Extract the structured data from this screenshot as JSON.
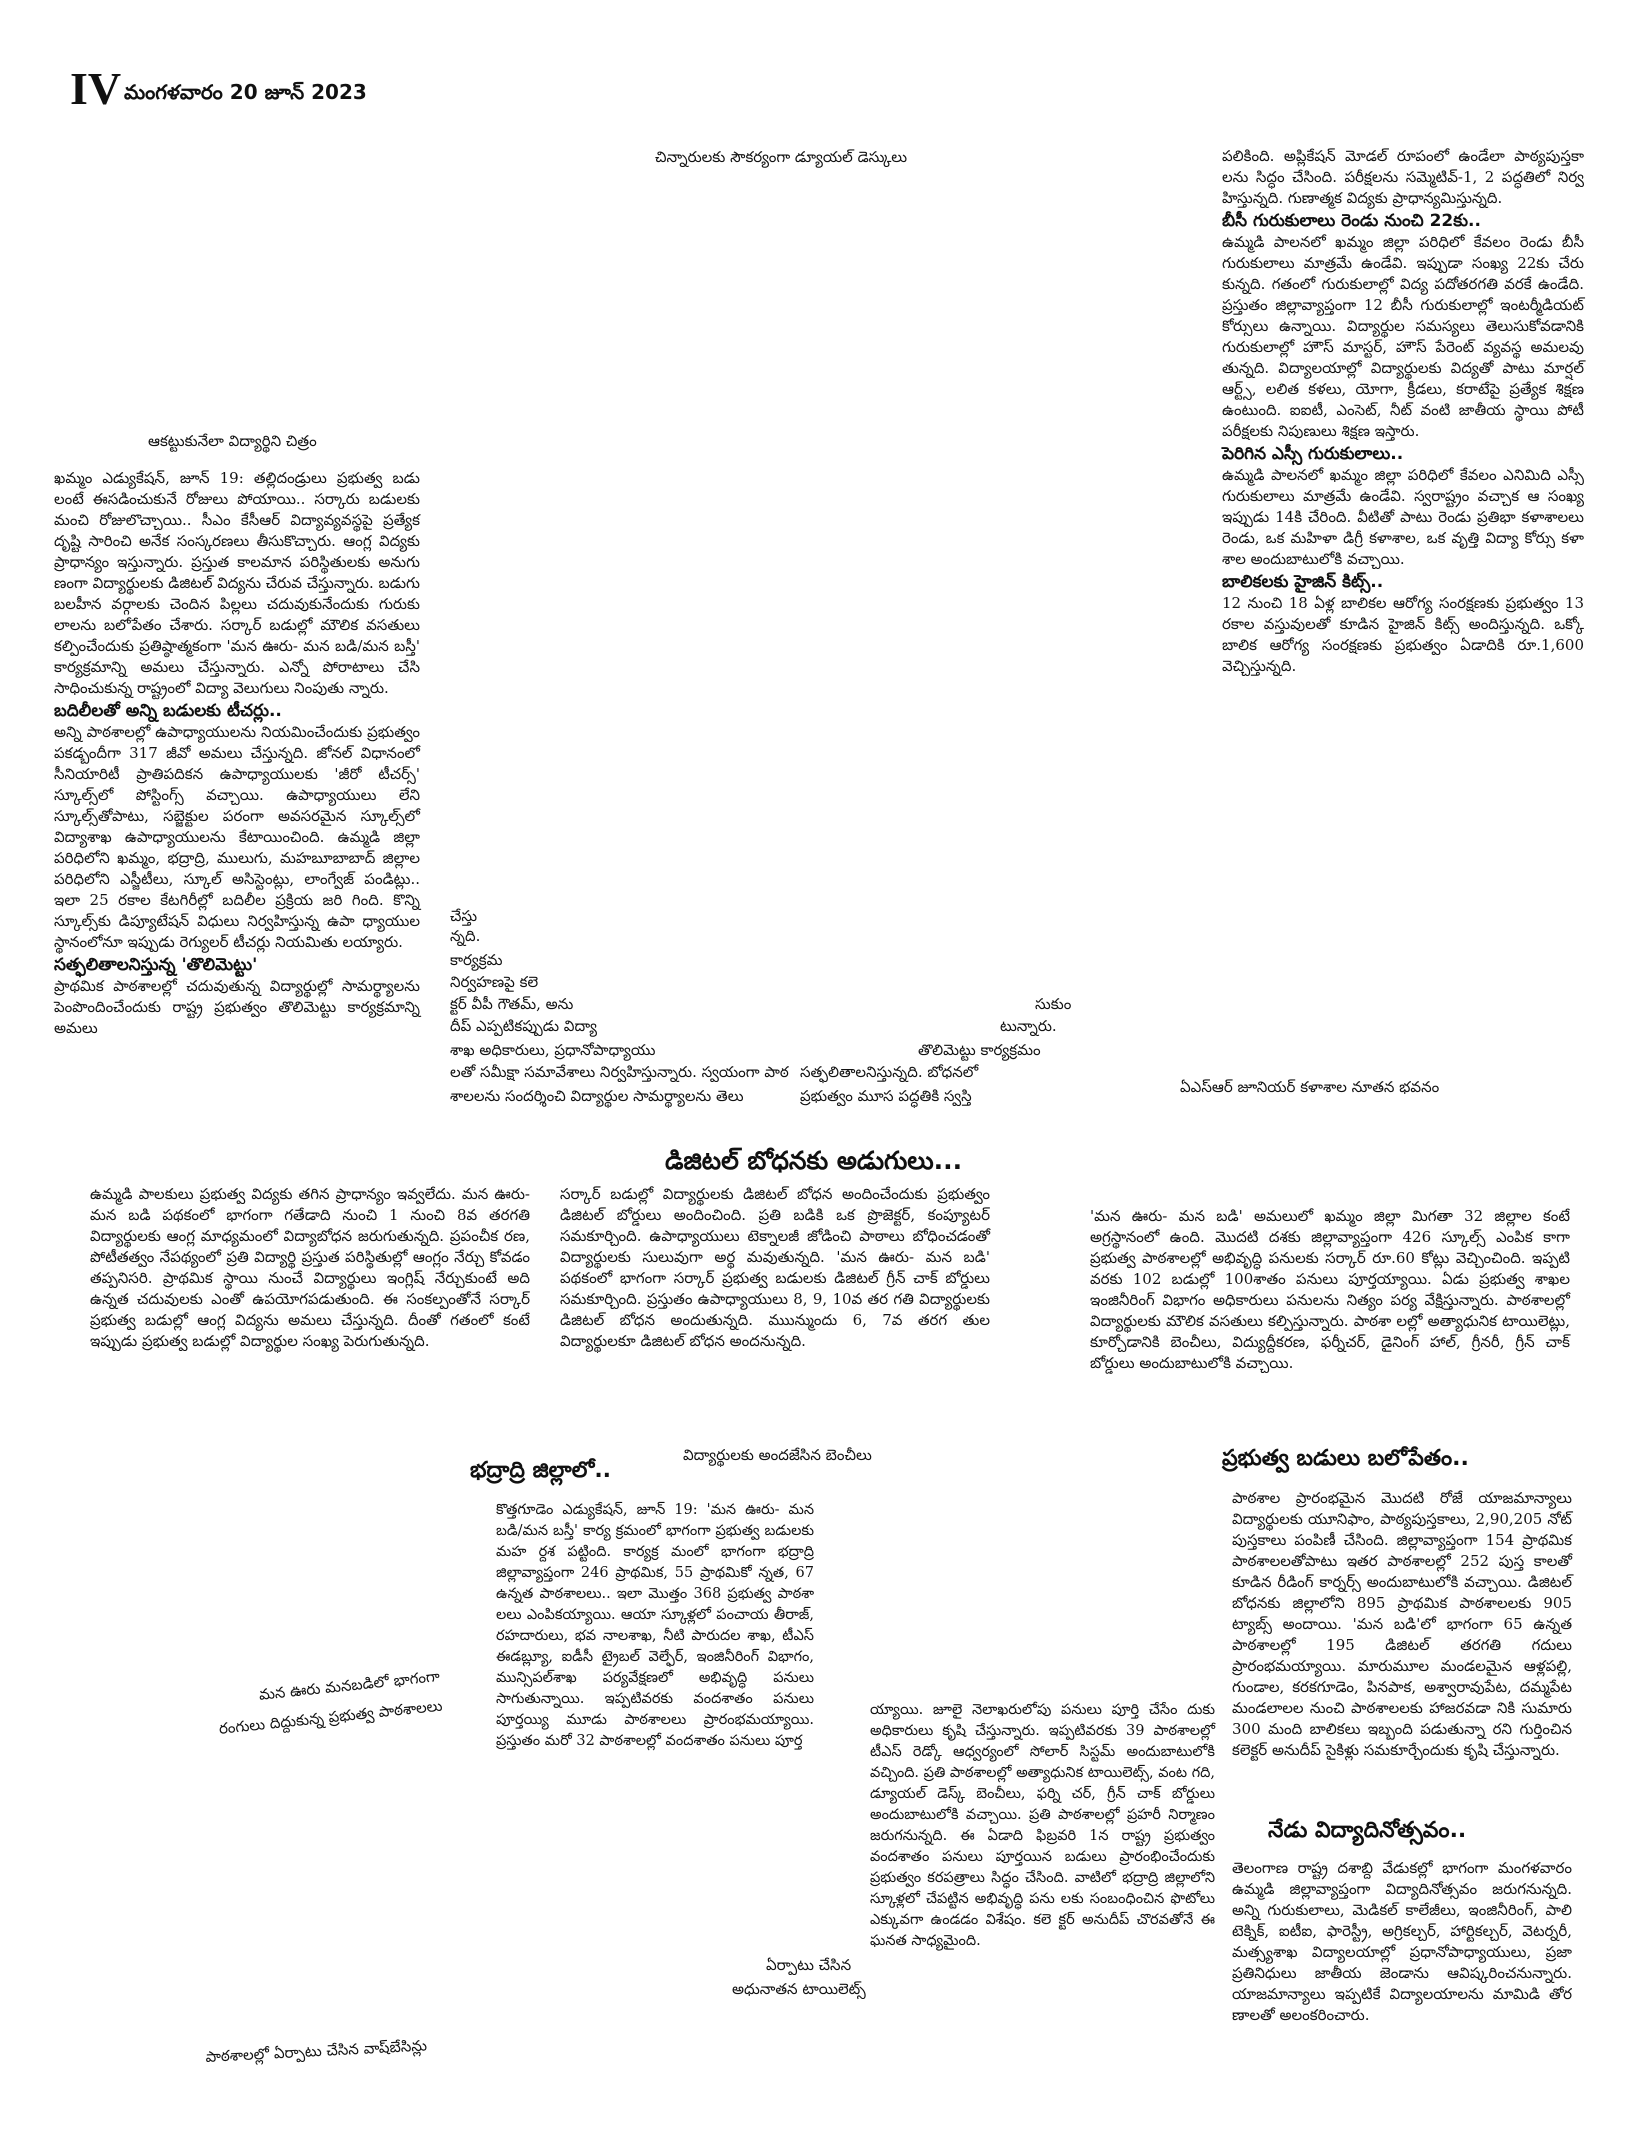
{
  "masthead": {
    "page_number": "IV",
    "date": "మంగళవారం 20 జూన్ 2023"
  },
  "captions": {
    "dual_desks": "చిన్నారులకు సౌకర్యంగా డ్యూయల్ డెస్కులు",
    "wall_art": "ఆకట్టుకునేలా విద్యార్థిని చిత్రం",
    "jr_college": "ఏఎస్ఆర్ జూనియర్ కళాశాల నూతన భవనం",
    "benches": "విద్యార్థులకు అందజేసిన బెంచీలు",
    "painted_school_1": "మన ఊరు మనబడిలో భాగంగా",
    "painted_school_2": "రంగులు దిద్దుకున్న ప్రభుత్వ పాఠశాలలు",
    "toilets_1": "ఏర్పాటు చేసిన",
    "toilets_2": "అధునాతన టాయిలెట్స్",
    "washbasins": "పాఠశాలల్లో ఏర్పాటు చేసిన వాష్‌బేసిన్లు"
  },
  "left_article": {
    "intro": "ఖమ్మం ఎడ్యుకేషన్, జూన్ 19: తల్లిదండ్రులు ప్రభుత్వ బడు లంటే ఈసడించుకునే రోజులు పోయాయి.. సర్కారు బడులకు మంచి రోజులొచ్చాయి.. సీఎం కేసీఆర్ విద్యావ్యవస్థపై ప్రత్యేక దృష్టి సారించి అనేక సంస్కరణలు తీసుకొచ్చారు. ఆంగ్ల విద్యకు ప్రాధాన్యం ఇస్తున్నారు. ప్రస్తుత కాలమాన పరిస్థితులకు అనుగు ణంగా విద్యార్థులకు డిజిటల్ విద్యను చేరువ చేస్తున్నారు. బడుగు బలహీన వర్గాలకు చెందిన పిల్లలు చదువుకునేందుకు గురుకు లాలను బలోపేతం చేశారు. సర్కార్ బడుల్లో మౌలిక వసతులు కల్పించేందుకు ప్రతిష్ఠాత్మకంగా 'మన ఊరు- మన బడి/మన బస్తీ' కార్యక్రమాన్ని అమలు చేస్తున్నారు. ఎన్నో పోరాటాలు చేసి సాధించుకున్న రాష్ట్రంలో విద్యా వెలుగులు నింపుతు న్నారు.",
    "sub1": "బదిలీలతో అన్ని బడులకు టీచర్లు..",
    "para1": "అన్ని పాఠశాలల్లో ఉపాధ్యాయులను నియమించేందుకు ప్రభుత్వం పకడ్బందీగా 317 జీవో అమలు చేస్తున్నది. జోనల్ విధానంలో సీనియారిటీ ప్రాతిపదికన ఉపాధ్యాయులకు 'జీరో టీచర్స్' స్కూల్స్‌లో పోస్టింగ్స్ వచ్చాయి. ఉపాధ్యాయులు లేని స్కూల్స్‌తోపాటు, సబ్జెక్టుల పరంగా అవసరమైన స్కూల్స్‌లో విద్యాశాఖ ఉపాధ్యాయులను కేటాయించింది. ఉమ్మడి జిల్లా పరిధిలోని ఖమ్మం, భద్రాద్రి, ములుగు, మహబూబాబాద్ జిల్లాల పరిధిలోని ఎస్జీటీలు, స్కూల్ అసిస్టెంట్లు, లాంగ్వేజ్ పండిట్లు.. ఇలా 25 రకాల కేటగిరీల్లో బదిలీల ప్రక్రియ జరి గింది. కొన్ని స్కూల్స్‌కు డిప్యూటేషన్ విధులు నిర్వహిస్తున్న ఉపా ధ్యాయుల స్థానంలోనూ ఇప్పుడు రెగ్యులర్ టీచర్లు నియమితు లయ్యారు.",
    "sub2": "సత్ఫలితాలనిస్తున్న 'తొలిమెట్టు'",
    "para2": "ప్రాథమిక పాఠశాలల్లో చదువుతున్న విద్యార్థుల్లో సామర్థ్యాలను పెంపొందించేందుకు రాష్ట్ర ప్రభుత్వం తొలిమెట్టు కార్యక్రమాన్ని అమలు"
  },
  "mid_fragments": {
    "c1": [
      "చేస్తు",
      "న్నది.",
      "కార్యక్రమ",
      "నిర్వహణపై కలె",
      "క్టర్ వీపీ గౌతమ్, అను",
      "దీప్ ఎప్పటికప్పుడు విద్యా",
      "శాఖ అధికారులు, ప్రధానోపాధ్యాయు",
      "లతో సమీక్షా సమావేశాలు నిర్వహిస్తున్నారు. స్వయంగా పాఠ",
      "శాలలను సందర్శించి విద్యార్థుల సామర్థ్యాలను తెలు"
    ],
    "c2": [
      "సుకుం",
      "టున్నారు.",
      "తొలిమెట్టు కార్యక్రమం",
      "సత్ఫలితాలనిస్తున్నది. బోధనలో",
      "ప్రభుత్వం మూస పద్ధతికి స్వస్తి"
    ]
  },
  "right_article": {
    "para0": "పలికింది. అప్లికేషన్ మోడల్ రూపంలో ఉండేలా పాఠ్యపుస్తకా లను సిద్ధం చేసింది. పరీక్షలను సమ్మెటివ్-1, 2 పద్ధతిలో నిర్వ హిస్తున్నది. గుణాత్మక విద్యకు ప్రాధాన్యమిస్తున్నది.",
    "sub1": "బీసీ గురుకులాలు రెండు నుంచి 22కు..",
    "para1": "ఉమ్మడి పాలనలో ఖమ్మం జిల్లా పరిధిలో కేవలం రెండు బీసీ గురుకులాలు మాత్రమే ఉండేవి. ఇప్పుడా సంఖ్య 22కు చేరు కున్నది. గతంలో గురుకులాల్లో విద్య పదోతరగతి వరకే ఉండేది. ప్రస్తుతం జిల్లావ్యాప్తంగా 12 బీసీ గురుకులాల్లో ఇంటర్మీడియట్ కోర్సులు ఉన్నాయి. విద్యార్థుల సమస్యలు తెలుసుకోవడానికి గురుకులాల్లో హౌస్ మాస్టర్, హౌస్ పేరెంట్ వ్యవస్థ అమలవు తున్నది. విద్యాలయాల్లో విద్యార్థులకు విద్యతో పాటు మార్షల్ ఆర్ట్స్, లలిత కళలు, యోగా, క్రీడలు, కరాటేపై ప్రత్యేక శిక్షణ ఉంటుంది. ఐఐటీ, ఎంసెట్, నీట్ వంటి జాతీయ స్థాయి పోటీ పరీక్షలకు నిపుణులు శిక్షణ ఇస్తారు.",
    "sub2": "పెరిగిన ఎస్సీ గురుకులాలు..",
    "para2": "ఉమ్మడి పాలనలో ఖమ్మం జిల్లా పరిధిలో కేవలం ఎనిమిది ఎస్సీ గురుకులాలు మాత్రమే ఉండేవి. స్వరాష్ట్రం వచ్చాక ఆ సంఖ్య ఇప్పుడు 14కి చేరింది. వీటితో పాటు రెండు ప్రతిభా కళాశాలలు రెండు, ఒక మహిళా డిగ్రీ కళాశాల, ఒక వృత్తి విద్యా కోర్సు కళా శాల అందుబాటులోకి వచ్చాయి.",
    "sub3": "బాలికలకు హైజిన్ కిట్స్..",
    "para3": "12 నుంచి 18 ఏళ్ల బాలికల ఆరోగ్య సంరక్షణకు ప్రభుత్వం 13 రకాల వస్తువులతో కూడిన హైజిన్ కిట్స్ అందిస్తున్నది. ఒక్కో బాలిక ఆరోగ్య సంరక్షణకు ప్రభుత్వం ఏడాదికి రూ.1,600 వెచ్చిస్తున్నది."
  },
  "digital": {
    "heading": "డిజిటల్ బోధనకు అడుగులు...",
    "col1": "ఉమ్మడి పాలకులు ప్రభుత్వ విద్యకు తగిన ప్రాధాన్యం ఇవ్వలేదు. మన ఊరు- మన బడి పథకంలో భాగంగా గతేడాది నుంచి 1 నుంచి 8వ తరగతి విద్యార్థులకు ఆంగ్ల మాధ్యమంలో విద్యాబోధన జరుగుతున్నది. ప్రపంచీక రణ, పోటీతత్వం నేపథ్యంలో ప్రతి విద్యార్థి ప్రస్తుత పరిస్థితుల్లో ఆంగ్లం నేర్చు కోవడం తప్పనిసరి. ప్రాథమిక స్థాయి నుంచే విద్యార్థులు ఇంగ్లిష్ నేర్చుకుంటే అది ఉన్నత చదువులకు ఎంతో ఉపయోగపడుతుంది. ఈ సంకల్పంతోనే సర్కార్ ప్రభుత్వ బడుల్లో ఆంగ్ల విద్యను అమలు చేస్తున్నది. దీంతో గతంలో కంటే ఇప్పుడు ప్రభుత్వ బడుల్లో విద్యార్థుల సంఖ్య పెరుగుతున్నది.",
    "col2": "సర్కార్ బడుల్లో విద్యార్థులకు డిజిటల్ బోధన అందించేందుకు ప్రభుత్వం డిజిటల్ బోర్డులు అందించింది. ప్రతి బడికి ఒక ప్రొజెక్టర్, కంప్యూటర్ సమకూర్చింది. ఉపాధ్యాయులు టెక్నాలజీ జోడించి పాఠాలు బోధించడంతో విద్యార్థులకు సులువుగా అర్థ మవుతున్నది. 'మన ఊరు- మన బడి' పథకంలో భాగంగా సర్కార్ ప్రభుత్వ బడులకు డిజిటల్ గ్రీన్ చాక్ బోర్డులు సమకూర్చింది. ప్రస్తుతం ఉపాధ్యాయులు 8, 9, 10వ తర గతి విద్యార్థులకు డిజిటల్ బోధన అందుతున్నది. ముున్ముందు 6, 7వ తరగ తుల విద్యార్థులకూ డిజిటల్ బోధన అందనున్నది.",
    "col3": "'మన ఊరు- మన బడి' అమలులో ఖమ్మం జిల్లా మిగతా 32 జిల్లాల కంటే అగ్రస్థానంలో ఉంది. మొదటి దశకు జిల్లావ్యాప్తంగా 426 స్కూల్స్ ఎంపిక కాగా ప్రభుత్వ పాఠశాలల్లో అభివృద్ధి పనులకు సర్కార్ రూ.60 కోట్లు వెచ్చించింది. ఇప్పటి వరకు 102 బడుల్లో 100శాతం పనులు పూర్తయ్యాయి. ఏడు ప్రభుత్వ శాఖల ఇంజినీరింగ్ విభాగం అధికారులు పనులను నిత్యం పర్య వేక్షిస్తున్నారు. పాఠశాలల్లో విద్యార్థులకు మౌలిక వసతులు కల్పిస్తున్నారు. పాఠశా లల్లో అత్యాధునిక టాయిలెట్లు, కూర్చోడానికి బెంచీలు, విద్యుద్దీకరణ, ఫర్నీచర్, డైనింగ్ హాల్, గ్రీనరీ, గ్రీన్ చాక్ బోర్డులు అందుబాటులోకి వచ్చాయి."
  },
  "bhadradri": {
    "heading": "భద్రాద్రి జిల్లాలో..",
    "body": "కొత్తగూడెం ఎడ్యుకేషన్, జూన్ 19: 'మన ఊరు- మన బడి/మన బస్తీ' కార్య క్రమంలో భాగంగా ప్రభుత్వ బడులకు మహ ర్దశ పట్టింది. కార్యక్ర మంలో భాగంగా భద్రాద్రి జిల్లావ్యాప్తంగా 246 ప్రాథమిక, 55 ప్రాథమికో న్నత, 67 ఉన్నత పాఠశాలలు.. ఇలా మొత్తం 368 ప్రభుత్వ పాఠశా లలు ఎంపికయ్యాయి. ఆయా స్కూళ్లలో పంచాయ తీరాజ్, రహదారులు, భవ నాలశాఖ, నీటి పారుదల శాఖ, టీఎస్ ఈడబ్ల్యూ, ఐడీసీ ట్రైబల్ వెల్ఫేర్, ఇంజినీరింగ్ విభాగం, మున్సిపల్‌శాఖ పర్యవేక్షణలో అభివృద్ధి పనులు సాగుతున్నాయి. ఇప్పటివరకు వందశాతం పనులు పూర్తయ్యి మూడు పాఠశాలలు ప్రారంభమయ్యాయి. ప్రస్తుతం మరో 32 పాఠశాలల్లో వందశాతం పనులు పూర్త",
    "col2": "య్యాయి. జూలై నెలాఖరులోపు పనులు పూర్తి చేసేం దుకు అధికారులు కృషి చేస్తున్నారు. ఇప్పటివరకు 39 పాఠశాలల్లో టీఎస్ రెడ్కో ఆధ్వర్యంలో సోలార్ సిస్టమ్ అందుబాటులోకి వచ్చింది. ప్రతి పాఠశాలల్లో అత్యాధునిక టాయిలెట్స్, వంట గది, డ్యూయల్ డెస్క్ బెంచీలు, ఫర్ని చర్, గ్రీన్ చాక్ బోర్డులు అందుబాటులోకి వచ్చాయి. ప్రతి పాఠశాలల్లో ప్రహరీ నిర్మాణం జరుగనున్నది. ఈ ఏడాది ఫిబ్రవరి 1న రాష్ట్ర ప్రభుత్వం వందశాతం పనులు పూర్తయిన బడులు ప్రారంభించేందుకు ప్రభుత్వం కరపత్రాలు సిద్ధం చేసింది. వాటిలో భద్రాద్రి జిల్లాలోని స్కూళ్లలో చేపట్టిన అభివృద్ధి పను లకు సంబంధించిన ఫొటోలు ఎక్కువగా ఉండడం విశేషం. కలె క్టర్ అనుదీప్ చొరవతోనే ఈ ఘనత సాధ్యమైంది."
  },
  "strengthen": {
    "heading": "ప్రభుత్వ బడులు బలోపేతం..",
    "body": "పాఠశాల ప్రారంభమైన మొదటి రోజే యాజమాన్యాలు విద్యార్థులకు యూనిఫాం, పాఠ్యపుస్తకాలు, 2,90,205 నోట్ పుస్తకాలు పంపిణీ చేసింది. జిల్లావ్యాప్తంగా 154 ప్రాథమిక పాఠశాలలతోపాటు ఇతర పాఠశాలల్లో 252 పుస్త కాలతో కూడిన రీడింగ్ కార్నర్స్ అందుబాటులోకి వచ్చాయి. డిజిటల్ బోధనకు జిల్లాలోని 895 ప్రాథమిక పాఠశాలలకు 905 ట్యాబ్స్ అందాయి. 'మన బడి'లో భాగంగా 65 ఉన్నత పాఠశాలల్లో 195 డిజిటల్ తరగతి గదులు ప్రారంభమయ్యాయి. మారుమూల మండలమైన ఆళ్లపల్లి, గుండాల, కరకగూడెం, పినపాక, అశ్వారావుపేట, దమ్మపేట మండలాలల నుంచి పాఠశాలలకు హాజరవడా నికి సుమారు 300 మంది బాలికలు ఇబ్బంది పడుతున్నా రని గుర్తించిన కలెక్టర్ అనుదీప్ సైకిళ్లు సమకూర్చేందుకు కృషి చేస్తున్నారు."
  },
  "festival": {
    "heading": "నేడు విద్యాదినోత్సవం..",
    "body": "తెలంగాణ రాష్ట్ర దశాబ్ది వేడుకల్లో భాగంగా మంగళవారం ఉమ్మడి జిల్లావ్యాప్తంగా విద్యాదినోత్సవం జరుగనున్నది. అన్ని గురుకులాలు, మెడికల్ కాలేజీలు, ఇంజినీరింగ్, పాలి టెక్నిక్, ఐటీఐ, ఫారెస్ట్రీ, అగ్రికల్చర్, హార్టికల్చర్, వెటర్నరీ, మత్స్యశాఖ విద్యాలయాల్లో ప్రధానోపాధ్యాయులు, ప్రజా ప్రతినిధులు జాతీయ జెండాను ఆవిష్కరించనున్నారు. యాజమాన్యాలు ఇప్పటికే విద్యాలయాలను మామిడి తోర ణాలతో అలంకరించారు."
  }
}
